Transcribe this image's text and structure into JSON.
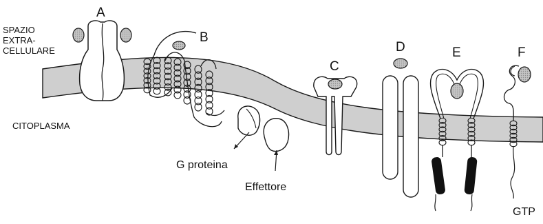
{
  "regions": {
    "extracellular": [
      "SPAZIO",
      "EXTRA-",
      "CELLULARE"
    ],
    "cytoplasm": "CITOPLASMA"
  },
  "receptors": [
    {
      "id": "A",
      "label": "A"
    },
    {
      "id": "B",
      "label": "B"
    },
    {
      "id": "C",
      "label": "C"
    },
    {
      "id": "D",
      "label": "D"
    },
    {
      "id": "E",
      "label": "E"
    },
    {
      "id": "F",
      "label": "F"
    }
  ],
  "components": {
    "g_protein": "G proteina",
    "effector": "Effettore",
    "gtp": "GTP"
  },
  "colors": {
    "membrane": "#cfcfcf",
    "ligand": "#b0b0b0",
    "outline": "#1a1a1a",
    "kinase": "#111111"
  }
}
